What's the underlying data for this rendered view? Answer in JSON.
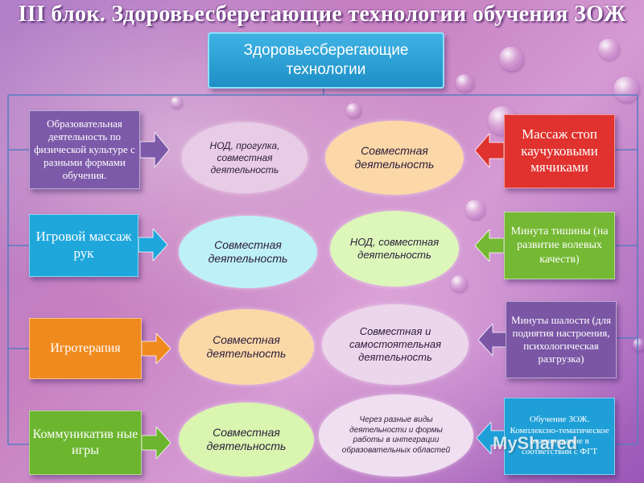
{
  "title": "III блок. Здоровьесберегающие технологии обучения ЗОЖ",
  "header_scroll": {
    "line1": "Здоровьесберегающие",
    "line2": "технологии"
  },
  "left_boxes": [
    {
      "text": "Образовательная деятельность по физической культуре с разными формами обучения.",
      "color": "#7d5aa9"
    },
    {
      "text": "Игровой массаж рук",
      "color": "#1fa7dc"
    },
    {
      "text": "Игротерапия",
      "color": "#f08a1e"
    },
    {
      "text": "Коммуникатив ные игры",
      "color": "#6cb52f"
    }
  ],
  "right_boxes": [
    {
      "text": "Массаж стоп каучуковыми мячиками",
      "color": "#e0322e"
    },
    {
      "text": "Минута тишины (на развитие волевых качеств)",
      "color": "#74b833"
    },
    {
      "text": "Минуты шалости (для поднятия настроения, психологическая разгрузка)",
      "color": "#7b56a5"
    },
    {
      "text": "Обучение ЗОЖ. Комплексно-тематическое планирование в соответствии с ФГТ",
      "color": "#1f9fd8"
    }
  ],
  "left_ellipses": [
    {
      "text": "НОД, прогулка, совместная деятельность",
      "color": "#e8cce6"
    },
    {
      "text": "Совместная деятельность",
      "color": "#bdf1f7"
    },
    {
      "text": "Совместная деятельность",
      "color": "#fbd9a7"
    },
    {
      "text": "Совместная деятельность",
      "color": "#d9f5b0"
    }
  ],
  "right_ellipses": [
    {
      "text": "Совместная деятельность",
      "color": "#fcd7a8"
    },
    {
      "text": "НОД, совместная деятельность",
      "color": "#dcf7b9"
    },
    {
      "text": "Совместная и самостоятельная деятельность",
      "color": "#ecd6ec"
    },
    {
      "text": "Через разные виды деятельности и формы работы в интеграции образовательных областей",
      "color": "#f0dff0"
    }
  ],
  "watermark": "MyShared"
}
